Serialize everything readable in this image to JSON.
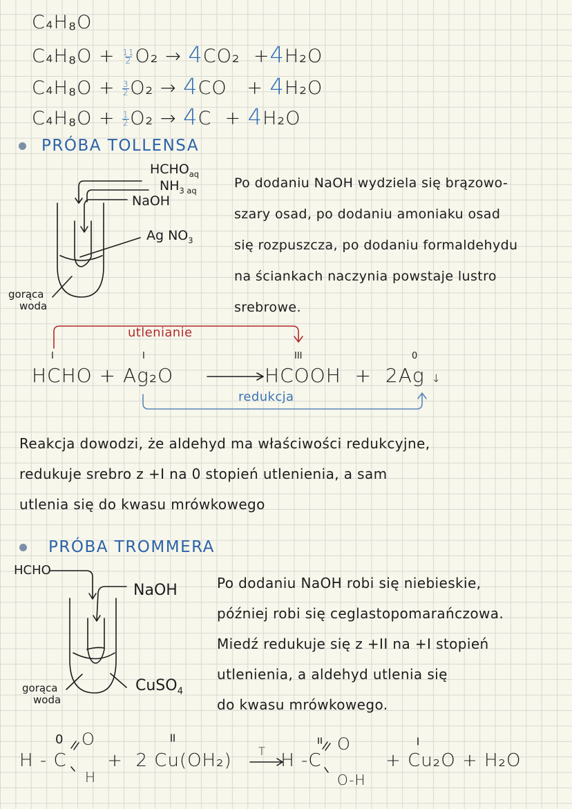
{
  "page": {
    "background": "#f7f7ec",
    "grid_color": "#d9d9d3",
    "ink_color": "#1c1c1c",
    "accent_blue": "#2f6db3",
    "accent_red": "#b22a2a"
  },
  "combustion": {
    "formula": "C₄H₈O",
    "reactions": [
      {
        "reactant": "C₄H₈O +",
        "coef_num": "11",
        "coef_den": "2",
        "oxygen": "O₂ →",
        "product_coef": "4",
        "product": "CO₂",
        "plus": "+",
        "water_coef": "4",
        "water": "H₂O"
      },
      {
        "reactant": "C₄H₈O +",
        "coef_num": "3",
        "coef_den": "2",
        "oxygen": "O₂ →",
        "product_coef": "4",
        "product": "CO",
        "plus": "+",
        "water_coef": "4",
        "water": "H₂O"
      },
      {
        "reactant": "C₄H₈O +",
        "coef_num": "1",
        "coef_den": "2",
        "oxygen": "O₂ →",
        "product_coef": "4",
        "product": "C",
        "plus": "+",
        "water_coef": "4",
        "water": "H₂O"
      }
    ]
  },
  "tollens": {
    "heading": "PRÓBA TOLLENSA",
    "diagram_labels": {
      "hcho": "HCHO",
      "hcho_sub": "aq",
      "nh3": "NH",
      "nh3_sub": "3 aq",
      "naoh": "NaOH",
      "agno3": "Ag NO",
      "agno3_sub": "3",
      "water_line1": "gorąca",
      "water_line2": "woda"
    },
    "description": [
      "Po dodaniu NaOH wydziela się brązowo-",
      "szary osad, po dodaniu amoniaku osad",
      "się rozpuszcza, po dodaniu formaldehydu",
      "na ściankach naczynia powstaje lustro",
      "srebrowe."
    ],
    "reaction": {
      "oxidation_label": "utlenianie",
      "reduction_label": "redukcja",
      "r1": "HCHO",
      "r1_ox": "I",
      "plus1": "+",
      "r2": "Ag₂O",
      "r2_ox": "I",
      "arrow": "⟶",
      "p1": "HCOOH",
      "p1_ox": "III",
      "plus2": "+",
      "p2": "2Ag",
      "p2_ox": "0",
      "precipitate": "↓"
    },
    "conclusion": [
      "Reakcja dowodzi, że aldehyd ma właściwości redukcyjne,",
      "redukuje srebro z +I na 0  stopień utlenienia, a sam",
      "utlenia się do kwasu mrówkowego"
    ]
  },
  "trommer": {
    "heading": "PRÓBA TROMMERA",
    "diagram_labels": {
      "hcho": "HCHO",
      "naoh": "NaOH",
      "cuso4": "CuSO",
      "cuso4_sub": "4",
      "water_line1": "gorąca",
      "water_line2": "woda"
    },
    "description": [
      "Po dodaniu NaOH robi się niebieskie,",
      "później robi się ceglastopomarańczowa.",
      "Miedź redukuje się z +II na +I stopień",
      "utlenienia, a aldehyd utlenia się",
      "do kwasu mrówkowego."
    ],
    "reaction": {
      "r1_h": "H -",
      "r1_c": "C",
      "r1_c_ox": "0",
      "r1_o": "O",
      "r1_h2": "H",
      "plus1": "+",
      "r2": "2 Cu(OH₂)",
      "r2_ox": "II",
      "arrow_label": "T",
      "arrow": "⟶",
      "p1_h": "H -",
      "p1_c": "C",
      "p1_c_ox": "II",
      "p1_o": "O",
      "p1_oh": "O-H",
      "plus2": "+",
      "p2": "Cu₂O",
      "p2_ox": "I",
      "plus3": "+",
      "p3": "H₂O"
    }
  }
}
